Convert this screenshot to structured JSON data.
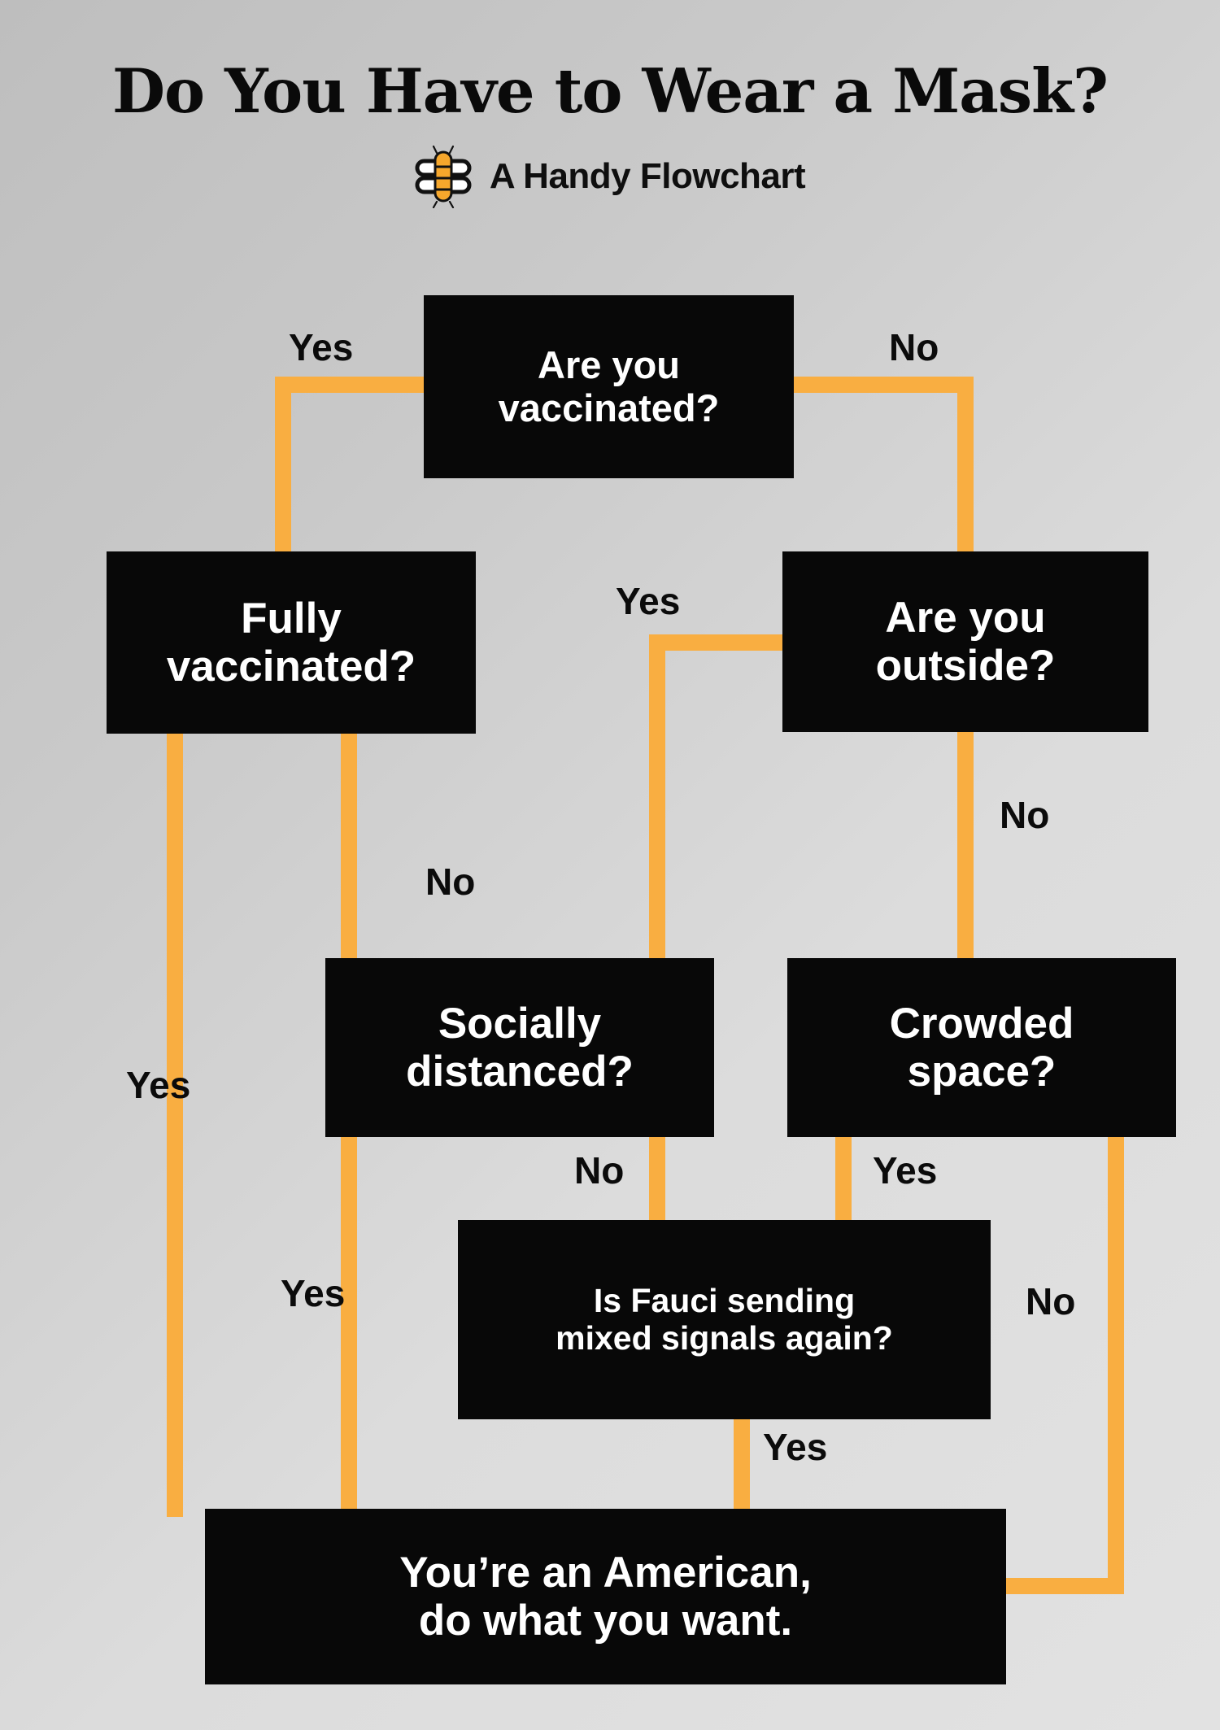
{
  "header": {
    "title": "Do You Have to Wear a Mask?",
    "subtitle": "A Handy Flowchart",
    "logo_icon": "bee-icon"
  },
  "theme": {
    "connector_color": "#F9AE41",
    "node_background": "#080808",
    "node_text": "#FFFFFF",
    "page_background_start": "#BEBEBE",
    "page_background_end": "#E2E2E2",
    "label_text": "#0B0B0B"
  },
  "chart_data": {
    "type": "diagram",
    "diagram_kind": "flowchart",
    "title": "Do You Have to Wear a Mask?",
    "subtitle": "A Handy Flowchart",
    "nodes": [
      {
        "id": "vaccinated",
        "label": "Are you\nvaccinated?",
        "kind": "decision"
      },
      {
        "id": "fully",
        "label": "Fully\nvaccinated?",
        "kind": "decision"
      },
      {
        "id": "outside",
        "label": "Are you\noutside?",
        "kind": "decision"
      },
      {
        "id": "socially",
        "label": "Socially\ndistanced?",
        "kind": "decision"
      },
      {
        "id": "crowded",
        "label": "Crowded\nspace?",
        "kind": "decision"
      },
      {
        "id": "fauci",
        "label": "Is Fauci sending\nmixed signals again?",
        "kind": "decision"
      },
      {
        "id": "american",
        "label": "You’re an American,\ndo what you want.",
        "kind": "terminal"
      }
    ],
    "edges": [
      {
        "from": "vaccinated",
        "to": "fully",
        "label": "Yes"
      },
      {
        "from": "vaccinated",
        "to": "outside",
        "label": "No"
      },
      {
        "from": "fully",
        "to": "american",
        "label": "Yes"
      },
      {
        "from": "fully",
        "to": "socially",
        "label": "No"
      },
      {
        "from": "outside",
        "to": "socially",
        "label": "Yes"
      },
      {
        "from": "outside",
        "to": "crowded",
        "label": "No"
      },
      {
        "from": "socially",
        "to": "american",
        "label": "Yes"
      },
      {
        "from": "socially",
        "to": "fauci",
        "label": "No"
      },
      {
        "from": "crowded",
        "to": "fauci",
        "label": "Yes"
      },
      {
        "from": "crowded",
        "to": "american",
        "label": "No"
      },
      {
        "from": "fauci",
        "to": "american",
        "label": "Yes"
      },
      {
        "from": "fauci",
        "to": "american",
        "label": "No"
      }
    ]
  },
  "nodes": {
    "vaccinated": "Are you\nvaccinated?",
    "fully": "Fully\nvaccinated?",
    "outside": "Are you\noutside?",
    "socially": "Socially\ndistanced?",
    "crowded": "Crowded\nspace?",
    "fauci": "Is Fauci sending\nmixed signals again?",
    "american": "You’re an American,\ndo what you want."
  },
  "labels": {
    "yes_top": "Yes",
    "no_top": "No",
    "yes_outside": "Yes",
    "no_outside": "No",
    "no_fully": "No",
    "yes_left": "Yes",
    "no_social": "No",
    "yes_crowded": "Yes",
    "yes_mid": "Yes",
    "no_fauci": "No",
    "yes_fauci": "Yes"
  }
}
